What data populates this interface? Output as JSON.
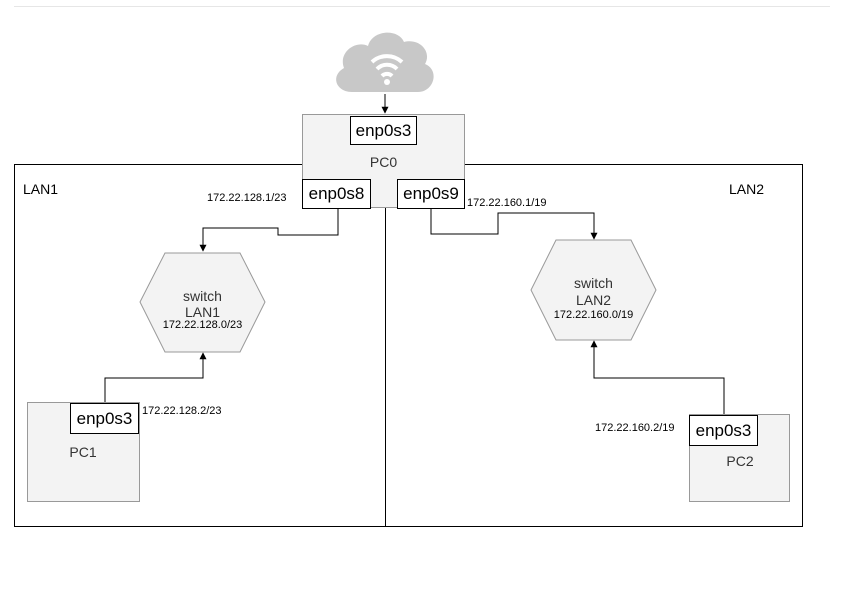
{
  "lans": [
    {
      "id": "lan1",
      "title": "LAN1"
    },
    {
      "id": "lan2",
      "title": "LAN2"
    }
  ],
  "pc0": {
    "label": "PC0",
    "iface_top": "enp0s3",
    "iface_left": "enp0s8",
    "iface_right": "enp0s9",
    "ip_left": "172.22.128.1/23",
    "ip_right": "172.22.160.1/19"
  },
  "switch1": {
    "label": "switch",
    "name": "LAN1",
    "ip": "172.22.128.0/23"
  },
  "switch2": {
    "label": "switch",
    "name": "LAN2",
    "ip": "172.22.160.0/19"
  },
  "pc1": {
    "label": "PC1",
    "iface": "enp0s3",
    "ip": "172.22.128.2/23"
  },
  "pc2": {
    "label": "PC2",
    "iface": "enp0s3",
    "ip": "172.22.160.2/19"
  },
  "colors": {
    "cloud": "#c8c8c8",
    "node_fill": "#f3f3f3",
    "node_border": "#999999",
    "line": "#000000"
  },
  "icons": {
    "cloud": "cloud-wifi-icon"
  }
}
